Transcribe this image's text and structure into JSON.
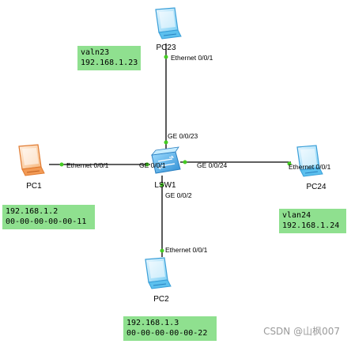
{
  "colors": {
    "link": "#000000",
    "port_dot": "#44cc22",
    "note_bg": "#8fe08f",
    "pc_blue": "#5cc0ee",
    "pc_orange": "#f29a55",
    "switch": "#3a9fdc"
  },
  "devices": {
    "pc23": {
      "label": "PC23",
      "icon": "pc-icon"
    },
    "pc1": {
      "label": "PC1",
      "icon": "pc-icon"
    },
    "pc24": {
      "label": "PC24",
      "icon": "pc-icon"
    },
    "pc2": {
      "label": "PC2",
      "icon": "pc-icon"
    },
    "lsw1": {
      "label": "LSW1",
      "icon": "switch-icon"
    }
  },
  "ports": {
    "pc23_eth": "Ethernet 0/0/1",
    "sw_ge23": "GE 0/0/23",
    "pc1_eth": "Ethernet 0/0/1",
    "sw_ge1": "GE 0/0/1",
    "sw_ge24": "GE 0/0/24",
    "pc24_eth": "Ethernet 0/0/1",
    "sw_ge2": "GE 0/0/2",
    "pc2_eth": "Ethernet 0/0/1"
  },
  "notes": {
    "pc23": {
      "line1": "valn23",
      "line2": "192.168.1.23"
    },
    "pc1": {
      "line1": "192.168.1.2",
      "line2": "00-00-00-00-00-11"
    },
    "pc24": {
      "line1": "vlan24",
      "line2": "192.168.1.24"
    },
    "pc2": {
      "line1": "192.168.1.3",
      "line2": "00-00-00-00-00-22"
    }
  },
  "watermark": "CSDN @山枫007"
}
